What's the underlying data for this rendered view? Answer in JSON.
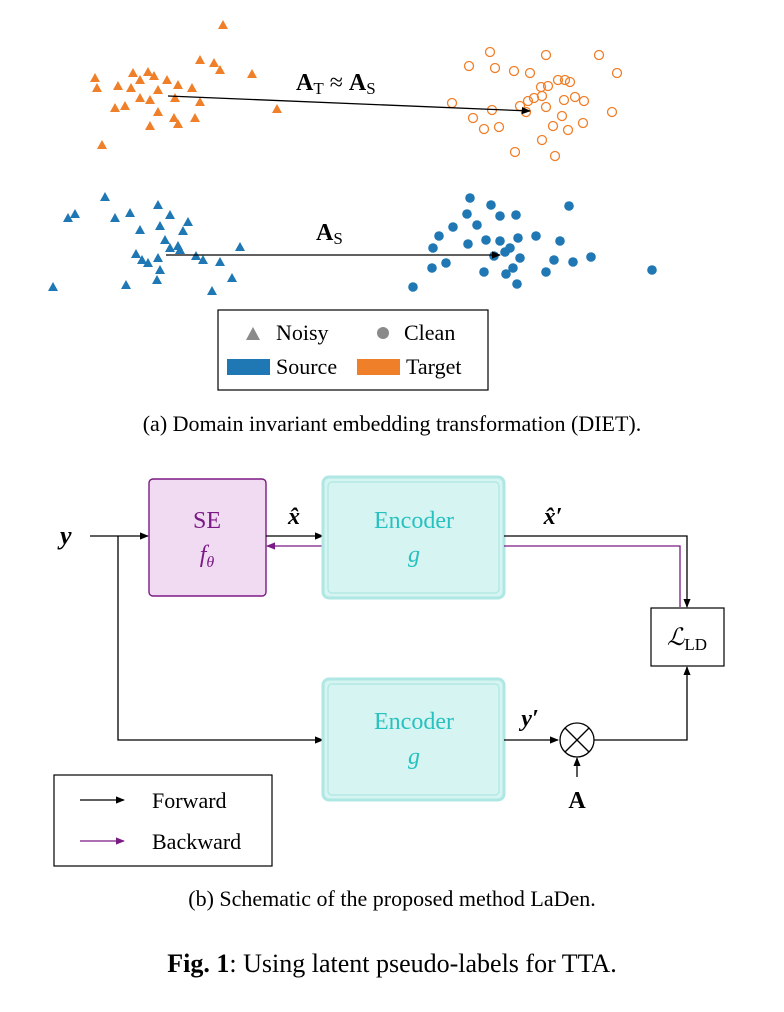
{
  "panel_a": {
    "arrow_label_top_A": "A",
    "arrow_label_top_sub1": "T",
    "arrow_label_top_approx": "≈",
    "arrow_label_top_A2": "A",
    "arrow_label_top_sub2": "S",
    "arrow_label_bottom_A": "A",
    "arrow_label_bottom_sub": "S",
    "legend": {
      "noisy": "Noisy",
      "clean": "Clean",
      "source": "Source",
      "target": "Target"
    },
    "caption": "(a) Domain invariant embedding transformation (DIET)."
  },
  "panel_b": {
    "input_label": "y",
    "se_title": "SE",
    "se_fn": "f",
    "se_fn_sub": "θ",
    "xhat": "x̂",
    "encoder_top_title": "Encoder",
    "encoder_top_fn": "g",
    "xhat_prime": "x̂′",
    "loss_L": "ℒ",
    "loss_sub": "LD",
    "encoder_bottom_title": "Encoder",
    "encoder_bottom_fn": "g",
    "y_prime": "y′",
    "times": "×",
    "A_label": "A",
    "legend": {
      "forward": "Forward",
      "backward": "Backward"
    },
    "caption": "(b) Schematic of the proposed method LaDen."
  },
  "figure_caption": {
    "prefix": "Fig. 1",
    "text": ": Using latent pseudo-labels for TTA."
  },
  "colors": {
    "source": "#1f77b4",
    "target": "#f07f2a",
    "purple": "#7a1a84",
    "se_fill": "#f1dbf3",
    "encoder_fill": "#d6f4f2",
    "encoder_stroke": "#aee7e3",
    "encoder_text": "#27c2c0"
  }
}
